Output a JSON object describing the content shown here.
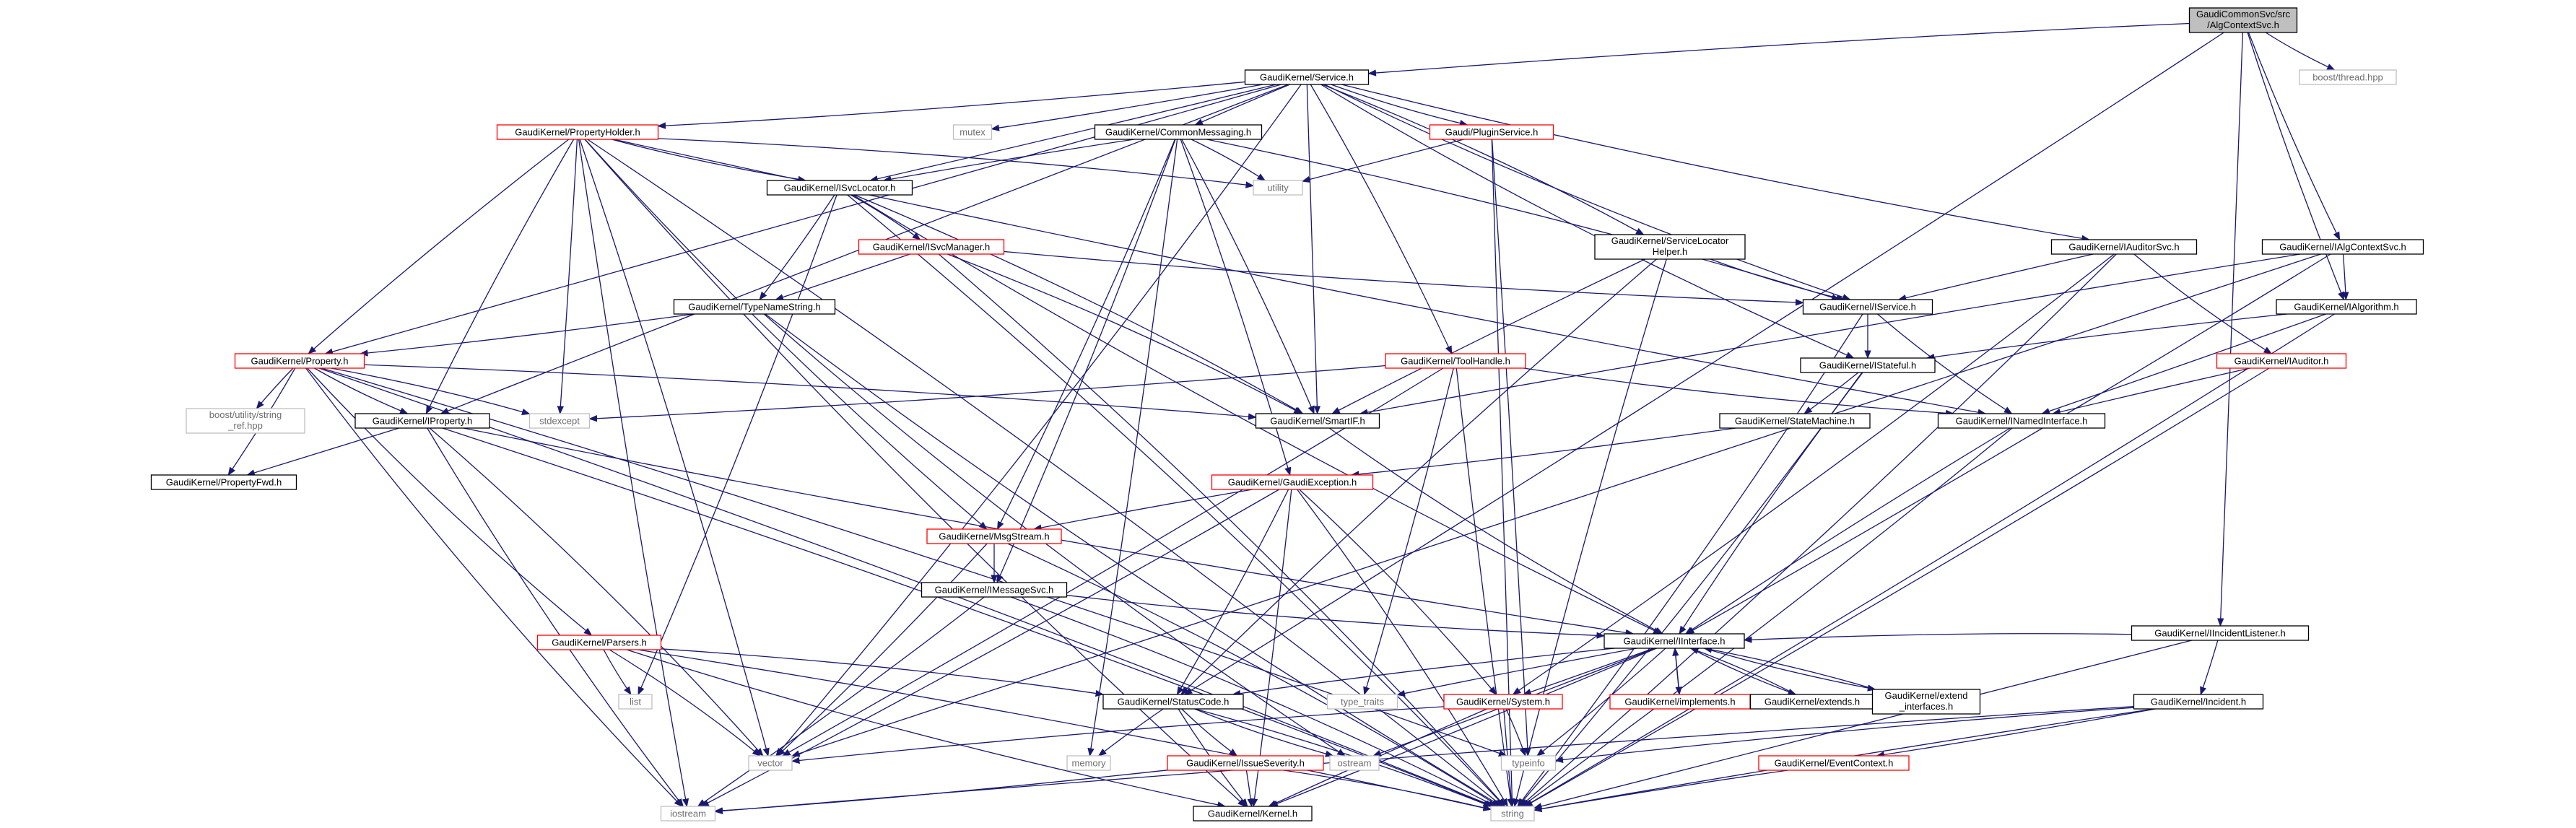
{
  "colors": {
    "edge": "#191970",
    "text": "#000000",
    "text_external": "#6e6e6e",
    "border_normal": "#000000",
    "border_red": "#ff0000",
    "border_external": "#bfbfbf",
    "fill_root": "#bfbfbf",
    "fill_normal": "#ffffff"
  },
  "nodes": [
    {
      "id": "root",
      "lines": [
        "GaudiCommonSvc/src",
        "/AlgContextSvc.h"
      ],
      "style": "root"
    },
    {
      "id": "boost_thread",
      "lines": [
        "boost/thread.hpp"
      ],
      "style": "external"
    },
    {
      "id": "service_h",
      "lines": [
        "GaudiKernel/Service.h"
      ],
      "style": "normal"
    },
    {
      "id": "propholder",
      "lines": [
        "GaudiKernel/PropertyHolder.h"
      ],
      "style": "red"
    },
    {
      "id": "mutex",
      "lines": [
        "mutex"
      ],
      "style": "external"
    },
    {
      "id": "commonmsg",
      "lines": [
        "GaudiKernel/CommonMessaging.h"
      ],
      "style": "normal"
    },
    {
      "id": "pluginsvc",
      "lines": [
        "Gaudi/PluginService.h"
      ],
      "style": "red"
    },
    {
      "id": "utility",
      "lines": [
        "utility"
      ],
      "style": "external"
    },
    {
      "id": "isvclocator",
      "lines": [
        "GaudiKernel/ISvcLocator.h"
      ],
      "style": "normal"
    },
    {
      "id": "svclochelper",
      "lines": [
        "GaudiKernel/ServiceLocator",
        "Helper.h"
      ],
      "style": "normal"
    },
    {
      "id": "iauditorsvc",
      "lines": [
        "GaudiKernel/IAuditorSvc.h"
      ],
      "style": "normal"
    },
    {
      "id": "ialgctxsvc",
      "lines": [
        "GaudiKernel/IAlgContextSvc.h"
      ],
      "style": "normal"
    },
    {
      "id": "isvcmanager",
      "lines": [
        "GaudiKernel/ISvcManager.h"
      ],
      "style": "red"
    },
    {
      "id": "iservice",
      "lines": [
        "GaudiKernel/IService.h"
      ],
      "style": "normal"
    },
    {
      "id": "ialgorithm",
      "lines": [
        "GaudiKernel/IAlgorithm.h"
      ],
      "style": "normal"
    },
    {
      "id": "typenamestring",
      "lines": [
        "GaudiKernel/TypeNameString.h"
      ],
      "style": "normal"
    },
    {
      "id": "istateful",
      "lines": [
        "GaudiKernel/IStateful.h"
      ],
      "style": "normal"
    },
    {
      "id": "property",
      "lines": [
        "GaudiKernel/Property.h"
      ],
      "style": "red"
    },
    {
      "id": "boost_strref",
      "lines": [
        "boost/utility/string",
        "_ref.hpp"
      ],
      "style": "external"
    },
    {
      "id": "stdexcept",
      "lines": [
        "stdexcept"
      ],
      "style": "external"
    },
    {
      "id": "smartif",
      "lines": [
        "GaudiKernel/SmartIF.h"
      ],
      "style": "normal"
    },
    {
      "id": "toolhandle",
      "lines": [
        "GaudiKernel/ToolHandle.h"
      ],
      "style": "red"
    },
    {
      "id": "iauditor",
      "lines": [
        "GaudiKernel/IAuditor.h"
      ],
      "style": "red"
    },
    {
      "id": "inamedif",
      "lines": [
        "GaudiKernel/INamedInterface.h"
      ],
      "style": "normal"
    },
    {
      "id": "iproperty",
      "lines": [
        "GaudiKernel/IProperty.h"
      ],
      "style": "normal"
    },
    {
      "id": "statemachine",
      "lines": [
        "GaudiKernel/StateMachine.h"
      ],
      "style": "normal"
    },
    {
      "id": "propertyfwd",
      "lines": [
        "GaudiKernel/PropertyFwd.h"
      ],
      "style": "normal"
    },
    {
      "id": "gaudiexc",
      "lines": [
        "GaudiKernel/GaudiException.h"
      ],
      "style": "red"
    },
    {
      "id": "msgstream",
      "lines": [
        "GaudiKernel/MsgStream.h"
      ],
      "style": "red"
    },
    {
      "id": "imessagesvc",
      "lines": [
        "GaudiKernel/IMessageSvc.h"
      ],
      "style": "normal"
    },
    {
      "id": "iincidentlistener",
      "lines": [
        "GaudiKernel/IIncidentListener.h"
      ],
      "style": "normal"
    },
    {
      "id": "iinterface",
      "lines": [
        "GaudiKernel/IInterface.h"
      ],
      "style": "normal"
    },
    {
      "id": "parsers",
      "lines": [
        "GaudiKernel/Parsers.h"
      ],
      "style": "red"
    },
    {
      "id": "list",
      "lines": [
        "list"
      ],
      "style": "external"
    },
    {
      "id": "statuscode",
      "lines": [
        "GaudiKernel/StatusCode.h"
      ],
      "style": "normal"
    },
    {
      "id": "type_traits",
      "lines": [
        "type_traits"
      ],
      "style": "external"
    },
    {
      "id": "system",
      "lines": [
        "GaudiKernel/System.h"
      ],
      "style": "red"
    },
    {
      "id": "implements",
      "lines": [
        "GaudiKernel/implements.h"
      ],
      "style": "red"
    },
    {
      "id": "extends",
      "lines": [
        "GaudiKernel/extends.h"
      ],
      "style": "normal"
    },
    {
      "id": "extend_ifaces",
      "lines": [
        "GaudiKernel/extend",
        "_interfaces.h"
      ],
      "style": "normal"
    },
    {
      "id": "incident",
      "lines": [
        "GaudiKernel/Incident.h"
      ],
      "style": "normal"
    },
    {
      "id": "vector",
      "lines": [
        "vector"
      ],
      "style": "external"
    },
    {
      "id": "memory",
      "lines": [
        "memory"
      ],
      "style": "external"
    },
    {
      "id": "ostream",
      "lines": [
        "ostream"
      ],
      "style": "external"
    },
    {
      "id": "typeinfo",
      "lines": [
        "typeinfo"
      ],
      "style": "external"
    },
    {
      "id": "eventcontext",
      "lines": [
        "GaudiKernel/EventContext.h"
      ],
      "style": "red"
    },
    {
      "id": "issueseverity",
      "lines": [
        "GaudiKernel/IssueSeverity.h"
      ],
      "style": "red"
    },
    {
      "id": "iostream",
      "lines": [
        "iostream"
      ],
      "style": "external"
    },
    {
      "id": "kernel",
      "lines": [
        "GaudiKernel/Kernel.h"
      ],
      "style": "normal"
    },
    {
      "id": "string",
      "lines": [
        "string"
      ],
      "style": "external"
    }
  ],
  "edges": [
    [
      "root",
      "service_h"
    ],
    [
      "root",
      "boost_thread"
    ],
    [
      "root",
      "ialgctxsvc"
    ],
    [
      "root",
      "ialgorithm"
    ],
    [
      "root",
      "iincidentlistener"
    ],
    [
      "root",
      "statuscode"
    ],
    [
      "service_h",
      "propholder"
    ],
    [
      "service_h",
      "mutex"
    ],
    [
      "service_h",
      "commonmsg"
    ],
    [
      "service_h",
      "pluginsvc"
    ],
    [
      "service_h",
      "isvclocator"
    ],
    [
      "service_h",
      "svclochelper"
    ],
    [
      "service_h",
      "iauditorsvc"
    ],
    [
      "service_h",
      "iservice"
    ],
    [
      "service_h",
      "property"
    ],
    [
      "service_h",
      "iproperty"
    ],
    [
      "service_h",
      "smartif"
    ],
    [
      "service_h",
      "toolhandle"
    ],
    [
      "service_h",
      "istateful"
    ],
    [
      "service_h",
      "vector"
    ],
    [
      "propholder",
      "utility"
    ],
    [
      "propholder",
      "isvclocator"
    ],
    [
      "propholder",
      "stdexcept"
    ],
    [
      "propholder",
      "property"
    ],
    [
      "propholder",
      "iproperty"
    ],
    [
      "propholder",
      "vector"
    ],
    [
      "propholder",
      "string"
    ],
    [
      "propholder",
      "msgstream"
    ],
    [
      "propholder",
      "inamedif"
    ],
    [
      "propholder",
      "iostream"
    ],
    [
      "propholder",
      "kernel"
    ],
    [
      "commonmsg",
      "utility"
    ],
    [
      "commonmsg",
      "isvclocator"
    ],
    [
      "commonmsg",
      "iservice"
    ],
    [
      "commonmsg",
      "smartif"
    ],
    [
      "commonmsg",
      "msgstream"
    ],
    [
      "commonmsg",
      "imessagesvc"
    ],
    [
      "commonmsg",
      "gaudiexc"
    ],
    [
      "commonmsg",
      "memory"
    ],
    [
      "pluginsvc",
      "utility"
    ],
    [
      "pluginsvc",
      "string"
    ],
    [
      "pluginsvc",
      "typeinfo"
    ],
    [
      "isvclocator",
      "isvcmanager"
    ],
    [
      "isvclocator",
      "typenamestring"
    ],
    [
      "isvclocator",
      "smartif"
    ],
    [
      "isvclocator",
      "iinterface"
    ],
    [
      "isvclocator",
      "list"
    ],
    [
      "isvclocator",
      "string"
    ],
    [
      "svclochelper",
      "iservice"
    ],
    [
      "svclochelper",
      "smartif"
    ],
    [
      "svclochelper",
      "statuscode"
    ],
    [
      "svclochelper",
      "string"
    ],
    [
      "iauditorsvc",
      "iservice"
    ],
    [
      "iauditorsvc",
      "iauditor"
    ],
    [
      "iauditorsvc",
      "system"
    ],
    [
      "iauditorsvc",
      "string"
    ],
    [
      "ialgctxsvc",
      "ialgorithm"
    ],
    [
      "ialgctxsvc",
      "smartif"
    ],
    [
      "ialgctxsvc",
      "iinterface"
    ],
    [
      "ialgctxsvc",
      "vector"
    ],
    [
      "ialgorithm",
      "istateful"
    ],
    [
      "ialgorithm",
      "inamedif"
    ],
    [
      "ialgorithm",
      "string"
    ],
    [
      "isvcmanager",
      "typenamestring"
    ],
    [
      "isvcmanager",
      "iservice"
    ],
    [
      "isvcmanager",
      "smartif"
    ],
    [
      "isvcmanager",
      "string"
    ],
    [
      "iservice",
      "istateful"
    ],
    [
      "iservice",
      "inamedif"
    ],
    [
      "iservice",
      "string"
    ],
    [
      "typenamestring",
      "property"
    ],
    [
      "typenamestring",
      "ostream"
    ],
    [
      "typenamestring",
      "string"
    ],
    [
      "istateful",
      "statemachine"
    ],
    [
      "istateful",
      "iinterface"
    ],
    [
      "istateful",
      "string"
    ],
    [
      "property",
      "boost_strref"
    ],
    [
      "property",
      "stdexcept"
    ],
    [
      "property",
      "iproperty"
    ],
    [
      "property",
      "smartif"
    ],
    [
      "property",
      "propertyfwd"
    ],
    [
      "property",
      "parsers"
    ],
    [
      "property",
      "string"
    ],
    [
      "property",
      "iostream"
    ],
    [
      "property",
      "typeinfo"
    ],
    [
      "smartif",
      "iinterface"
    ],
    [
      "toolhandle",
      "stdexcept"
    ],
    [
      "toolhandle",
      "inamedif"
    ],
    [
      "toolhandle",
      "vector"
    ],
    [
      "toolhandle",
      "type_traits"
    ],
    [
      "toolhandle",
      "string"
    ],
    [
      "iauditor",
      "inamedif"
    ],
    [
      "iauditor",
      "string"
    ],
    [
      "inamedif",
      "iinterface"
    ],
    [
      "inamedif",
      "string"
    ],
    [
      "iproperty",
      "propertyfwd"
    ],
    [
      "iproperty",
      "iinterface"
    ],
    [
      "iproperty",
      "vector"
    ],
    [
      "iproperty",
      "string"
    ],
    [
      "iproperty",
      "iostream"
    ],
    [
      "statemachine",
      "gaudiexc"
    ],
    [
      "gaudiexc",
      "msgstream"
    ],
    [
      "gaudiexc",
      "statuscode"
    ],
    [
      "gaudiexc",
      "system"
    ],
    [
      "gaudiexc",
      "kernel"
    ],
    [
      "gaudiexc",
      "string"
    ],
    [
      "gaudiexc",
      "iostream"
    ],
    [
      "msgstream",
      "imessagesvc"
    ],
    [
      "msgstream",
      "vector"
    ],
    [
      "msgstream",
      "string"
    ],
    [
      "imessagesvc",
      "iinterface"
    ],
    [
      "imessagesvc",
      "string"
    ],
    [
      "imessagesvc",
      "iostream"
    ],
    [
      "iincidentlistener",
      "iinterface"
    ],
    [
      "iincidentlistener",
      "incident"
    ],
    [
      "iincidentlistener",
      "string"
    ],
    [
      "iinterface",
      "statuscode"
    ],
    [
      "iinterface",
      "type_traits"
    ],
    [
      "iinterface",
      "system"
    ],
    [
      "iinterface",
      "implements"
    ],
    [
      "iinterface",
      "extends"
    ],
    [
      "iinterface",
      "extend_ifaces"
    ],
    [
      "iinterface",
      "typeinfo"
    ],
    [
      "iinterface",
      "ostream"
    ],
    [
      "iinterface",
      "kernel"
    ],
    [
      "implements",
      "iinterface"
    ],
    [
      "extends",
      "iinterface"
    ],
    [
      "extend_ifaces",
      "iinterface"
    ],
    [
      "parsers",
      "list"
    ],
    [
      "parsers",
      "vector"
    ],
    [
      "parsers",
      "statuscode"
    ],
    [
      "parsers",
      "string"
    ],
    [
      "parsers",
      "kernel"
    ],
    [
      "statuscode",
      "issueseverity"
    ],
    [
      "statuscode",
      "ostream"
    ],
    [
      "statuscode",
      "memory"
    ],
    [
      "statuscode",
      "kernel"
    ],
    [
      "statuscode",
      "string"
    ],
    [
      "system",
      "vector"
    ],
    [
      "system",
      "typeinfo"
    ],
    [
      "system",
      "kernel"
    ],
    [
      "system",
      "string"
    ],
    [
      "incident",
      "eventcontext"
    ],
    [
      "incident",
      "typeinfo"
    ],
    [
      "incident",
      "string"
    ],
    [
      "incident",
      "iostream"
    ],
    [
      "eventcontext",
      "string"
    ],
    [
      "issueseverity",
      "iostream"
    ],
    [
      "issueseverity",
      "kernel"
    ],
    [
      "issueseverity",
      "string"
    ]
  ]
}
